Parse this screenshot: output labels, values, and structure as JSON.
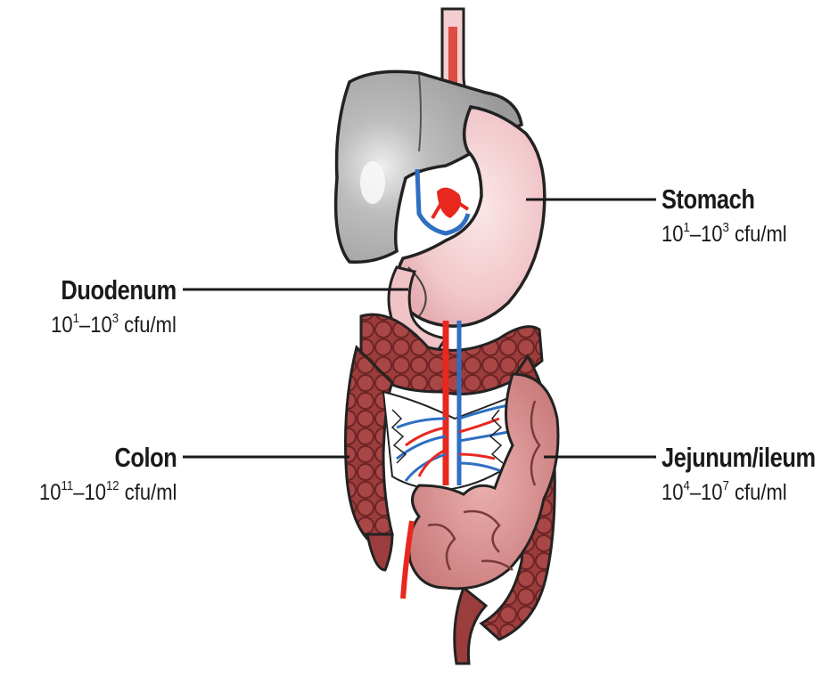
{
  "labels": {
    "stomach": {
      "name": "Stomach",
      "count": {
        "base_low": "10",
        "exp_low": "1",
        "dash": "–",
        "base_high": "10",
        "exp_high": "3",
        "unit": " cfu/ml"
      }
    },
    "duodenum": {
      "name": "Duodenum",
      "count": {
        "base_low": "10",
        "exp_low": "1",
        "dash": "–",
        "base_high": "10",
        "exp_high": "3",
        "unit": " cfu/ml"
      }
    },
    "colon": {
      "name": "Colon",
      "count": {
        "base_low": "10",
        "exp_low": "11",
        "dash": "–",
        "base_high": "10",
        "exp_high": "12",
        "unit": " cfu/ml"
      }
    },
    "jejunum_ileum": {
      "name": "Jejunum/ileum",
      "count": {
        "base_low": "10",
        "exp_low": "4",
        "dash": "–",
        "base_high": "10",
        "exp_high": "7",
        "unit": " cfu/ml"
      }
    }
  },
  "colors": {
    "liver": "#a8a8a8",
    "stomach": "#f3cdd0",
    "colon": "#9c3d3d",
    "small_intestine": "#d88e8e",
    "artery": "#e8281f",
    "vein": "#2e6fc2",
    "leader_line": "#1a1a1a"
  }
}
